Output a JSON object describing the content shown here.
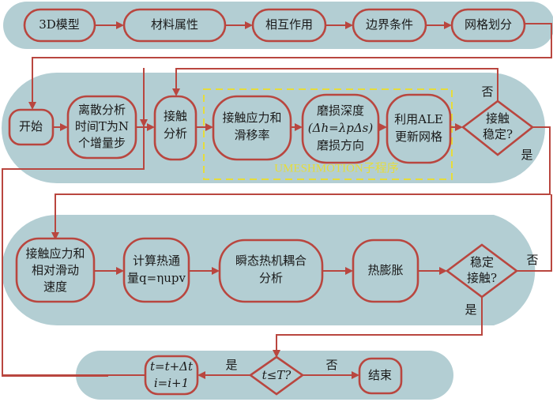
{
  "colors": {
    "band": "#b3ced3",
    "stroke": "#b9463f",
    "subroutine_border": "#e6dc3a",
    "text": "#1a1a1a"
  },
  "row1": {
    "nodes": [
      "3D模型",
      "材料属性",
      "相互作用",
      "边界条件",
      "网格划分"
    ]
  },
  "row2": {
    "start": "开始",
    "discretize": [
      "离散分析",
      "时间T为N",
      "个增量步"
    ],
    "contact_analysis": [
      "接触",
      "分析"
    ],
    "stress_slip": [
      "接触应力和",
      "滑移率"
    ],
    "wear": [
      "磨损深度",
      "(Δh=λpΔs)",
      "磨损方向"
    ],
    "ale": [
      "利用ALE",
      "更新网格"
    ],
    "decision": [
      "接触",
      "稳定?"
    ],
    "decision_no": "否",
    "decision_yes": "是",
    "subroutine_label": "UMESHMOTION子程序"
  },
  "row3": {
    "stress_velocity": [
      "接触应力和",
      "相对滑动",
      "速度"
    ],
    "heat_flux": [
      "计算热通",
      "量q=ηupv"
    ],
    "coupled": [
      "瞬态热机耦合",
      "分析"
    ],
    "expansion": "热膨胀",
    "decision": [
      "稳定",
      "接触?"
    ],
    "decision_no": "否",
    "decision_yes": "是"
  },
  "row4": {
    "increment": [
      "t=t+Δt",
      "i=i+1"
    ],
    "decision": "t≤T?",
    "yes": "是",
    "no": "否",
    "end": "结束"
  }
}
